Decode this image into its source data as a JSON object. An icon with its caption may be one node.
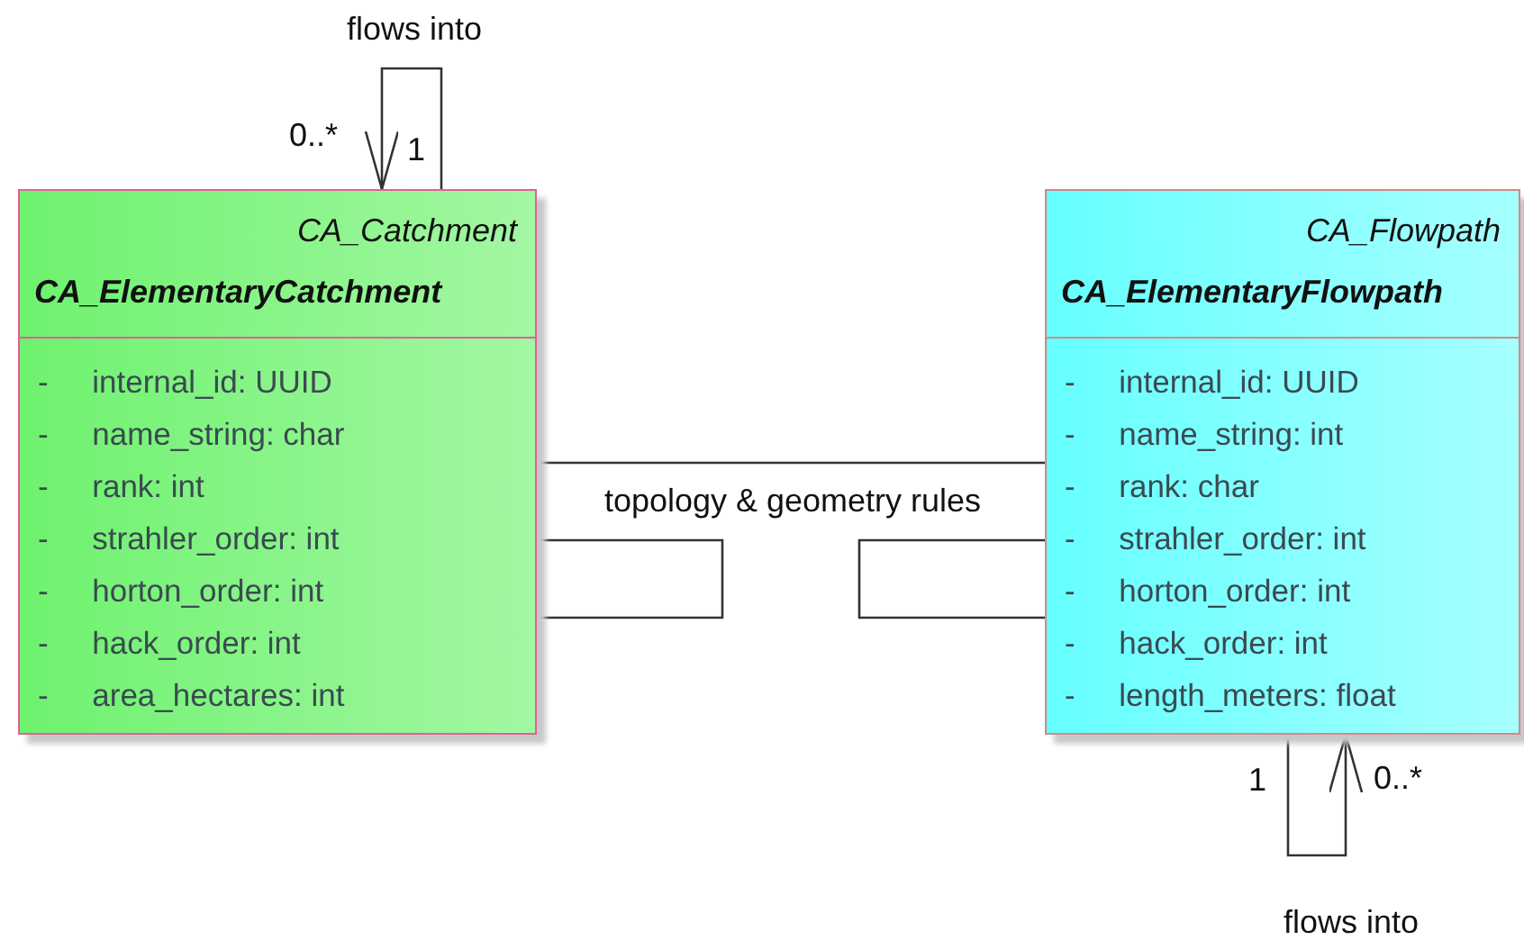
{
  "diagram": {
    "nodes": [
      {
        "text": [
          "CA_Catchment",
          "CA_ElementaryCatchment",
          "- internal_id: UUID",
          "- name_string: char",
          "- rank: int",
          "- strahler_order: int",
          "- horton_order: int",
          "- hack_order: int",
          "- area_hectares: int"
        ]
      },
      {
        "text": [
          "CA_Flowpath",
          "CA_ElementaryFlowpath",
          "- internal_id: UUID",
          "- name_string: int",
          "- rank: char",
          "- strahler_order: int",
          "- horton_order: int",
          "- hack_order: int",
          "- length_meters: float"
        ]
      }
    ],
    "edges": [
      {
        "from": 0,
        "to": 0,
        "arrow": "to",
        "label": "flows into"
      },
      {
        "from": 0,
        "to": 1,
        "arrow": "none",
        "label": "topology & geometry rules"
      },
      {
        "from": 0,
        "to": 0,
        "arrow": "none"
      },
      {
        "from": 1,
        "to": 1,
        "arrow": "none"
      },
      {
        "from": 1,
        "to": 1,
        "arrow": "to",
        "label": "flows into"
      }
    ],
    "labels": [
      "0..*",
      "1",
      "1",
      "0..*"
    ]
  }
}
